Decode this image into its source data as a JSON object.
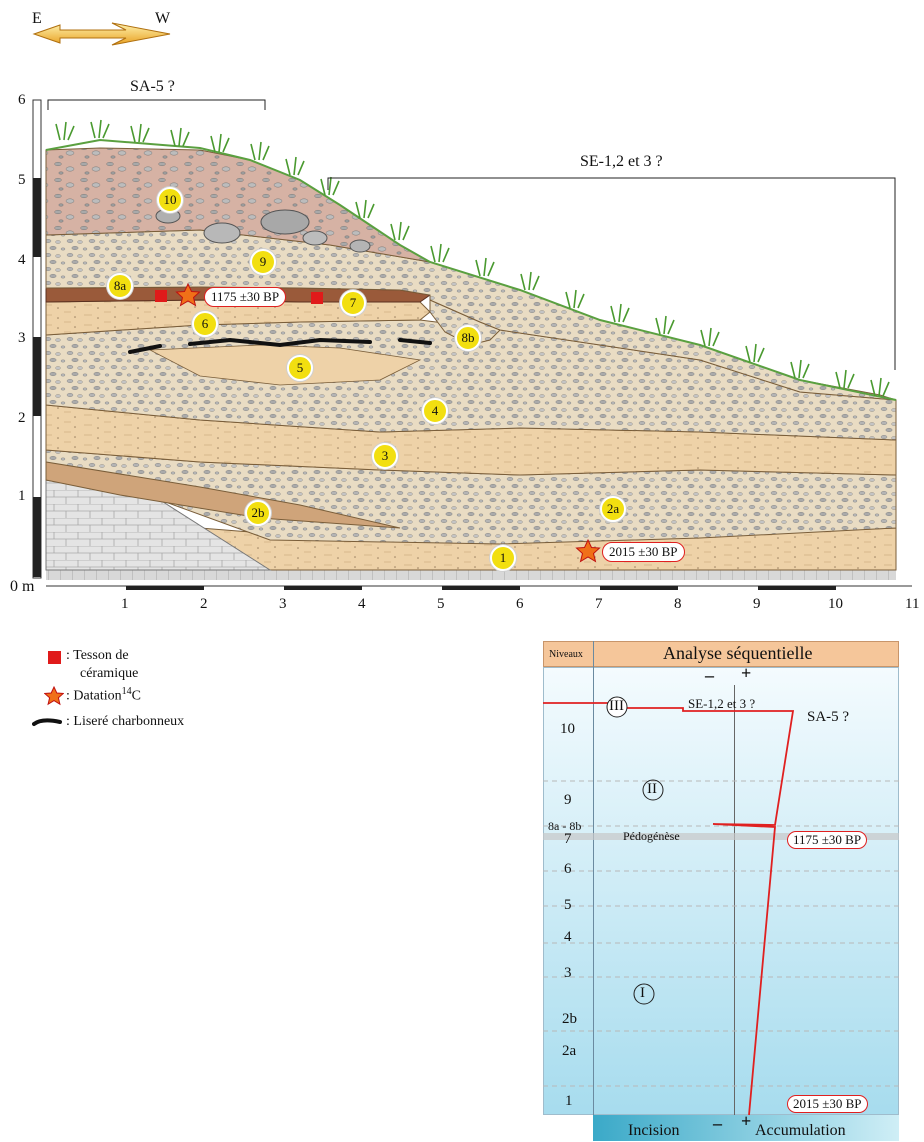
{
  "compass": {
    "left": "E",
    "right": "W"
  },
  "section": {
    "label_sa5": "SA-5 ?",
    "label_se": "SE-1,2 et 3 ?",
    "y_axis_unit_label": "0 m",
    "y_ticks": [
      "1",
      "2",
      "3",
      "4",
      "5",
      "6"
    ],
    "x_ticks": [
      "1",
      "2",
      "3",
      "4",
      "5",
      "6",
      "7",
      "8",
      "9",
      "10",
      "11"
    ],
    "layers": [
      "10",
      "9",
      "8a",
      "7",
      "6",
      "8b",
      "5",
      "4",
      "3",
      "2b",
      "2a",
      "1"
    ],
    "dates": {
      "upper": "1175 ±30 BP",
      "lower": "2015 ±30 BP"
    }
  },
  "legend": {
    "sherd_line1": ": Tesson de",
    "sherd_line2": "céramique",
    "dating_prefix": ": Datation",
    "dating_sup": "14",
    "dating_suffix": "C",
    "charcoal": ": Liseré charbonneux"
  },
  "sequence": {
    "header_col": "Niveaux",
    "header_title": "Analyse séquentielle",
    "minus": "–",
    "plus": "+",
    "levels": [
      "10",
      "9",
      "8a - 8b",
      "7",
      "6",
      "5",
      "4",
      "3",
      "2b",
      "2a",
      "1"
    ],
    "phases": [
      "III",
      "II",
      "I"
    ],
    "label_se": "SE-1,2 et 3 ?",
    "label_sa5": "SA-5 ?",
    "pedogenesis": "Pédogénèse",
    "date_upper": "1175 ±30 BP",
    "date_lower": "2015 ±30 BP",
    "bottom_left": "Incision",
    "bottom_right": "Accumulation",
    "bottom_minus": "–",
    "bottom_plus": "+"
  }
}
